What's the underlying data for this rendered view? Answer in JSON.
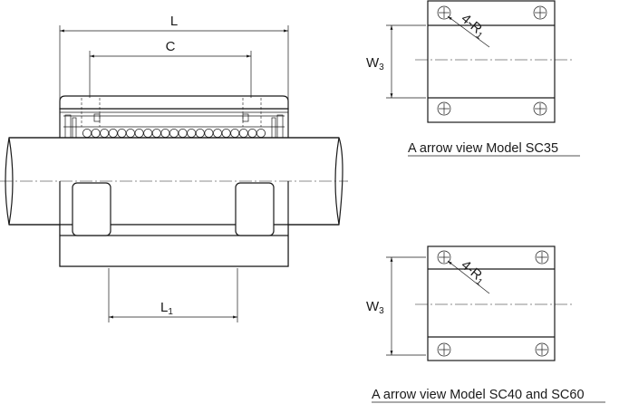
{
  "dimensions": {
    "L": "L",
    "C": "C",
    "L1_main": "L",
    "L1_sub": "1",
    "W3_main": "W",
    "W3_sub": "3",
    "R1_main": "4-R",
    "R1_sub": "1"
  },
  "views": {
    "top_caption": "A arrow view Model SC35",
    "bottom_caption": "A arrow view Model SC40 and SC60"
  }
}
